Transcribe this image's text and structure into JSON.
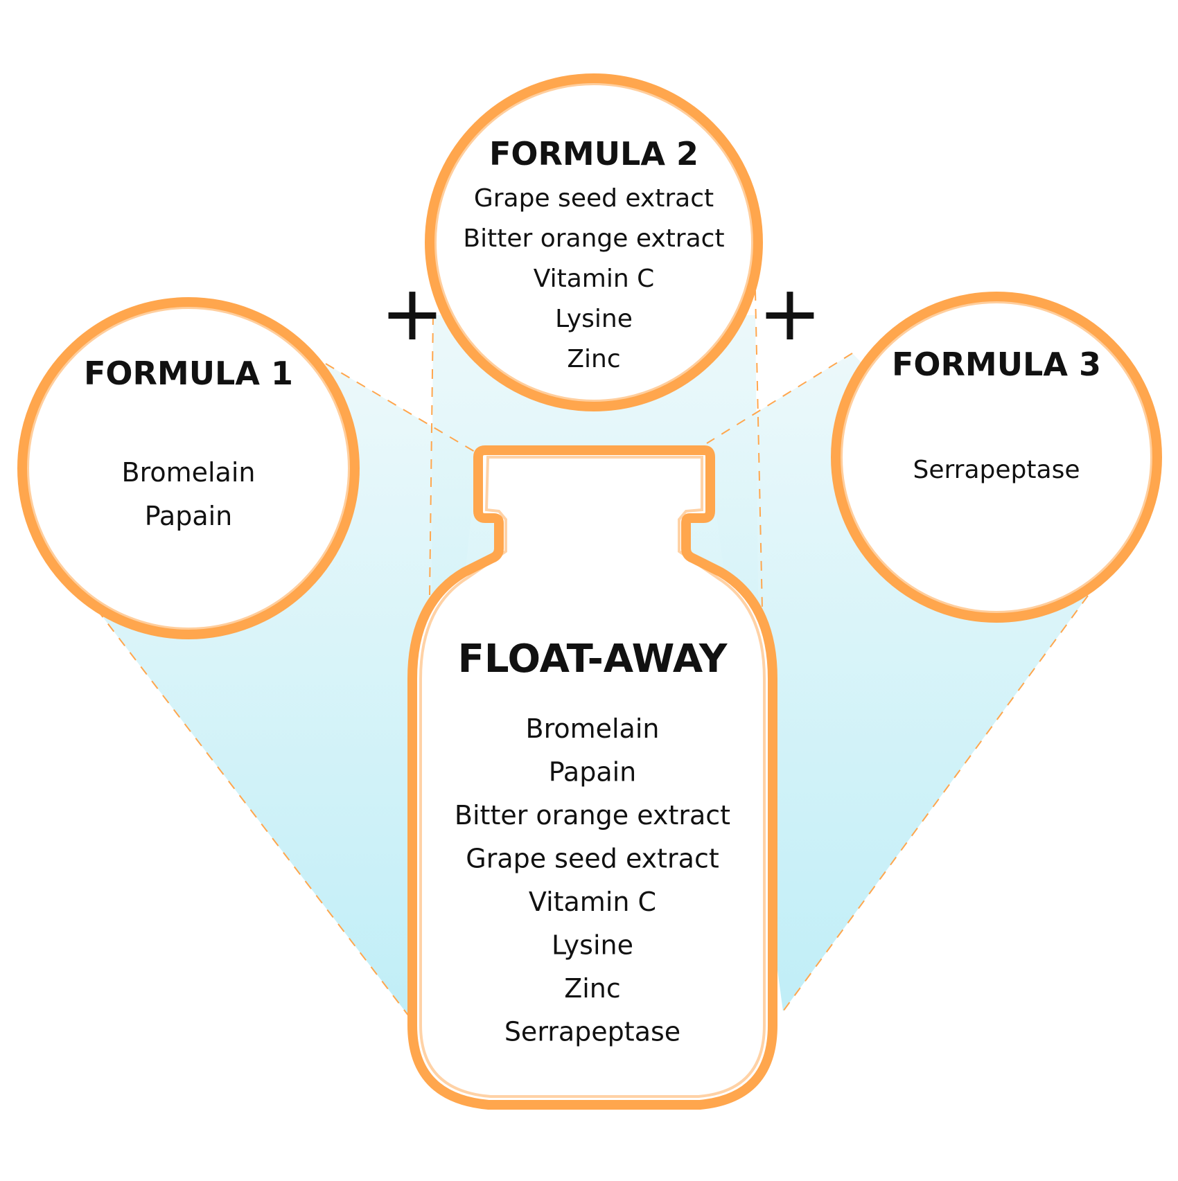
{
  "colors": {
    "outline": "#FFA64D",
    "glow_top": "#EAF8FA",
    "glow_bottom": "#B9ECF6",
    "text": "#111111",
    "background": "#FFFFFF"
  },
  "formula_1": {
    "title": "FORMULA 1",
    "ingredients": [
      "Bromelain",
      "Papain"
    ]
  },
  "formula_2": {
    "title": "FORMULA 2",
    "ingredients": [
      "Grape seed extract",
      "Bitter orange extract",
      "Vitamin C",
      "Lysine",
      "Zinc"
    ]
  },
  "formula_3": {
    "title": "FORMULA 3",
    "ingredients": [
      "Serrapeptase"
    ]
  },
  "operators": {
    "left": "+",
    "right": "+"
  },
  "product": {
    "title": "FLOAT-AWAY",
    "ingredients": [
      "Bromelain",
      "Papain",
      "Bitter orange extract",
      "Grape seed extract",
      "Vitamin C",
      "Lysine",
      "Zinc",
      "Serrapeptase"
    ]
  }
}
